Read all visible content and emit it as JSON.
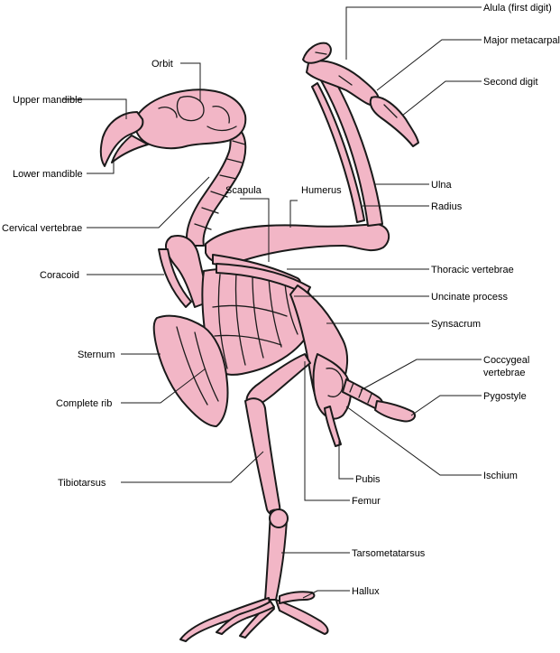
{
  "colors": {
    "bone": "#f2b6c6",
    "ink": "#1a1a1a",
    "background": "#ffffff"
  },
  "labels": {
    "alula": "Alula (first digit)",
    "major_metacarpal": "Major metacarpal",
    "second_digit": "Second digit",
    "orbit": "Orbit",
    "upper_mandible": "Upper mandible",
    "lower_mandible": "Lower mandible",
    "ulna": "Ulna",
    "radius": "Radius",
    "scapula": "Scapula",
    "humerus": "Humerus",
    "cervical_vertebrae": "Cervical vertebrae",
    "coracoid": "Coracoid",
    "thoracic_vertebrae": "Thoracic vertebrae",
    "uncinate_process": "Uncinate process",
    "synsacrum": "Synsacrum",
    "sternum": "Sternum",
    "coccygeal_line1": "Coccygeal",
    "coccygeal_line2": "vertebrae",
    "pygostyle": "Pygostyle",
    "complete_rib": "Complete rib",
    "tibiotarsus": "Tibiotarsus",
    "pubis": "Pubis",
    "ischium": "Ischium",
    "femur": "Femur",
    "tarsometatarsus": "Tarsometatarsus",
    "hallux": "Hallux"
  }
}
